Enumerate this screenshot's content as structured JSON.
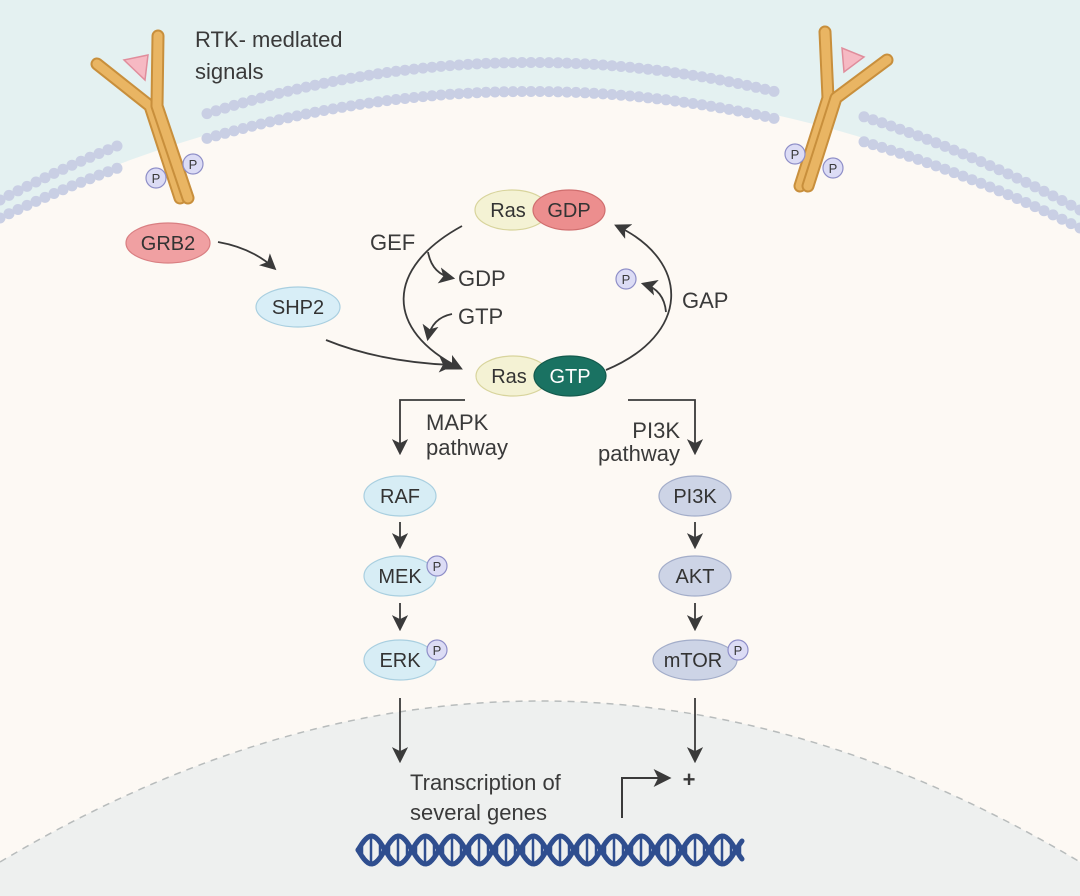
{
  "receptor_label": [
    "RTK- medlated",
    "signals"
  ],
  "adaptors": {
    "grb2": "GRB2",
    "shp2": "SHP2"
  },
  "ras_cycle": {
    "ras": "Ras",
    "gdp": "GDP",
    "gtp": "GTP",
    "gef": "GEF",
    "gap": "GAP",
    "gdp_released": "GDP",
    "gtp_bound": "GTP"
  },
  "phospho": "P",
  "mapk": {
    "label": [
      "MAPK",
      "pathway"
    ],
    "nodes": [
      "RAF",
      "MEK",
      "ERK"
    ]
  },
  "pi3k": {
    "label": [
      "PI3K",
      "pathway"
    ],
    "nodes": [
      "PI3K",
      "AKT",
      "mTOR"
    ]
  },
  "nucleus": {
    "label": [
      "Transcription of",
      "several genes"
    ],
    "plus": "+"
  },
  "colors": {
    "extracellular": "#e4f1f1",
    "cytoplasm": "#fdf9f4",
    "nucleus": "#eef0ef",
    "membrane_bead": "#c9cfe4",
    "receptor": "#e9b563",
    "receptor_stroke": "#c88f3c",
    "ligand": "#f6b9c3",
    "grb2": "#f0a0a2",
    "shp2": "#d8eef7",
    "ras_pale": "#f4f2d4",
    "gdp": "#ec8e8e",
    "gtp": "#1a7262",
    "mapk_node": "#d7edf5",
    "pi3k_node": "#cdd4e6",
    "phospho": "#dcdcf5",
    "dna": "#2f4e8f",
    "arrow": "#3a3a3a"
  }
}
